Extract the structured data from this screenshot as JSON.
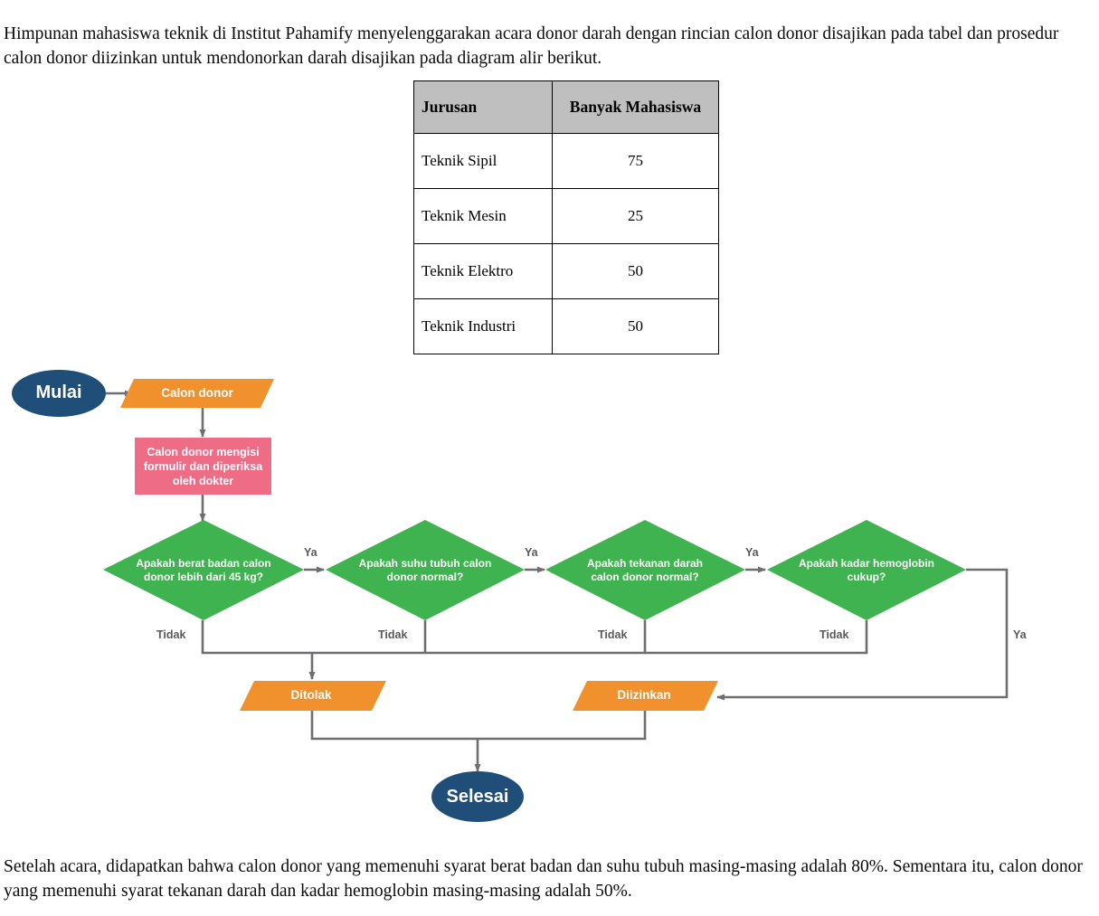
{
  "intro_paragraph": "Himpunan mahasiswa teknik di Institut Pahamify menyelenggarakan acara donor darah dengan rincian calon donor disajikan pada tabel dan prosedur calon donor diizinkan untuk mendonorkan darah disajikan pada diagram alir berikut.",
  "closing_paragraph": "Setelah acara, didapatkan bahwa calon donor yang memenuhi syarat berat badan dan suhu tubuh masing-masing adalah 80%. Sementara itu, calon donor yang memenuhi syarat tekanan darah dan kadar hemoglobin masing-masing adalah 50%.",
  "table": {
    "headers": [
      "Jurusan",
      "Banyak Mahasiswa"
    ],
    "rows": [
      {
        "jurusan": "Teknik Sipil",
        "banyak": "75"
      },
      {
        "jurusan": "Teknik Mesin",
        "banyak": "25"
      },
      {
        "jurusan": "Teknik Elektro",
        "banyak": "50"
      },
      {
        "jurusan": "Teknik Industri",
        "banyak": "50"
      }
    ]
  },
  "flowchart": {
    "colors": {
      "terminator": "#1f4e79",
      "io": "#f0912d",
      "process": "#ef6c86",
      "decision": "#3fb34f",
      "connector": "#6d6e71",
      "label_text": "#58595b"
    },
    "nodes": {
      "start": "Mulai",
      "input_donor": "Calon donor",
      "process_form": "Calon donor mengisi formulir dan diperiksa oleh dokter",
      "decision_weight": "Apakah berat badan calon donor lebih dari 45 kg?",
      "decision_temp": "Apakah suhu tubuh calon donor normal?",
      "decision_pressure": "Apakah tekanan darah calon donor normal?",
      "decision_hemoglobin": "Apakah kadar hemoglobin cukup?",
      "output_rejected": "Ditolak",
      "output_allowed": "Diizinkan",
      "end": "Selesai"
    },
    "edge_labels": {
      "ya_1": "Ya",
      "ya_2": "Ya",
      "ya_3": "Ya",
      "ya_4": "Ya",
      "tidak_1": "Tidak",
      "tidak_2": "Tidak",
      "tidak_3": "Tidak",
      "tidak_4": "Tidak"
    }
  }
}
